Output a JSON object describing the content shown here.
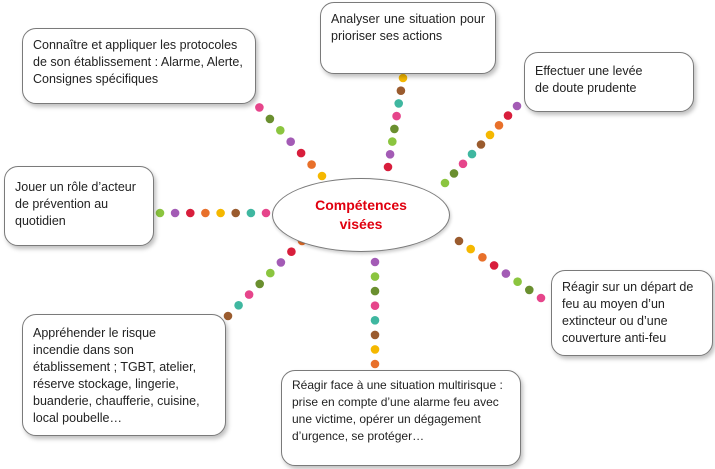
{
  "center": {
    "text": "Compétences\nvisées",
    "color": "#e0000f"
  },
  "boxes": {
    "protocoles": "Connaître et appliquer les protocoles de son établissement : Alarme, Alerte, Consignes spécifiques",
    "analyser": "Analyser une situation pour prioriser ses actions",
    "levee": "Effectuer une levée\nde doute prudente",
    "acteur": "Jouer un rôle d’acteur\nde prévention au\nquotidien",
    "reagir_feu": "Réagir sur un départ de\nfeu au moyen d’un\nextincteur ou d’une\ncouverture anti-feu",
    "risque": "Appréhender le risque\nincendie dans son\nétablissement ; TGBT, atelier,\nréserve stockage, lingerie,\nbuanderie, chaufferie, cuisine,\nlocal poubelle…",
    "multirisque": "Réagir face à une situation multirisque :\nprise en compte d’une alarme feu avec\nune victime, opérer un dégagement\nd’urgence, se protéger…"
  },
  "dot_colors": [
    "#f5b800",
    "#e8702a",
    "#d81e3c",
    "#a35bb5",
    "#8bc53f",
    "#6a8f2f",
    "#e6458b",
    "#3fb7a0",
    "#9a5b2e"
  ]
}
